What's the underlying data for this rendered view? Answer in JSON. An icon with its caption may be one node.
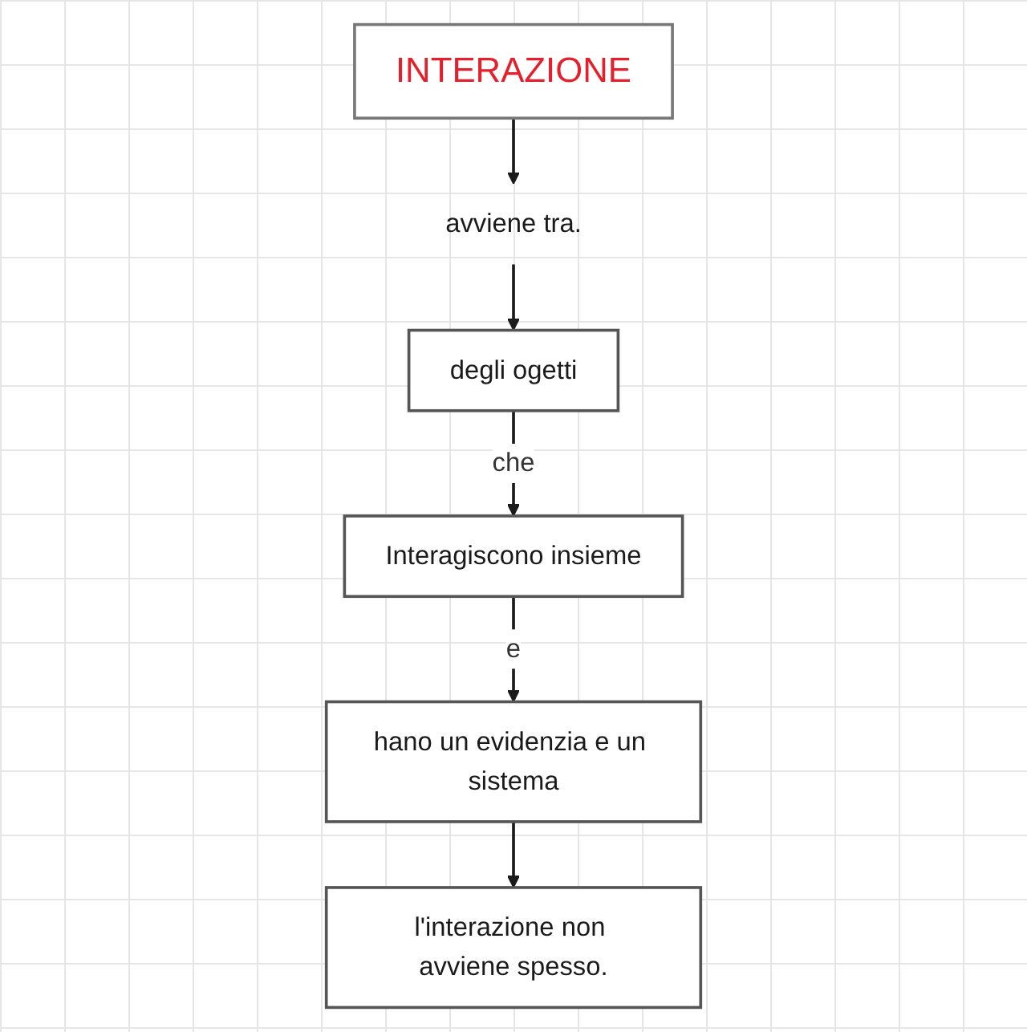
{
  "diagram": {
    "nodes": [
      {
        "text": [
          "INTERAZIONE"
        ]
      },
      {
        "text": [
          "avviene tra."
        ]
      },
      {
        "text": [
          "degli ogetti"
        ]
      },
      {
        "text": [
          "Interagiscono insieme"
        ]
      },
      {
        "text": [
          "hano un evidenzia e un sistema"
        ]
      },
      {
        "text": [
          "l'interazione non avviene spesso."
        ]
      }
    ],
    "edges": [
      {
        "from": 0,
        "to": 1,
        "arrow": "to"
      },
      {
        "from": 1,
        "to": 2,
        "arrow": "to"
      },
      {
        "from": 2,
        "to": 3,
        "label": "che",
        "arrow": "to"
      },
      {
        "from": 3,
        "to": 4,
        "label": "e",
        "arrow": "to"
      },
      {
        "from": 4,
        "to": 5,
        "arrow": "to"
      }
    ]
  }
}
